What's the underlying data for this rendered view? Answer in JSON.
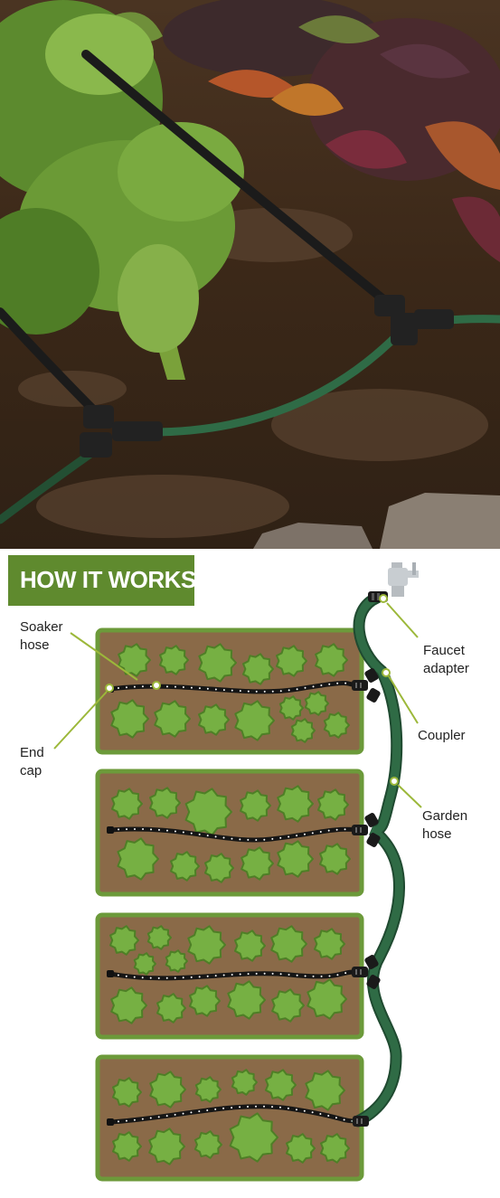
{
  "header": {
    "title": "HOW IT WORKS"
  },
  "labels": {
    "soaker_hose_1": "Soaker",
    "soaker_hose_2": "hose",
    "end_cap_1": "End",
    "end_cap_2": "cap",
    "faucet_adapter_1": "Faucet",
    "faucet_adapter_2": "adapter",
    "coupler": "Coupler",
    "garden_hose_1": "Garden",
    "garden_hose_2": "hose"
  },
  "colors": {
    "banner": "#5f8a2e",
    "bed_soil": "#8a6a48",
    "bed_border": "#6c9a3a",
    "plant_fill": "#76b043",
    "plant_edge": "#4e7f26",
    "soaker_hose": "#151515",
    "garden_hose": "#2e6a45",
    "callout_line": "#9cb83a"
  },
  "icons": [
    "faucet-icon",
    "coupler-icon",
    "end-cap-icon"
  ]
}
